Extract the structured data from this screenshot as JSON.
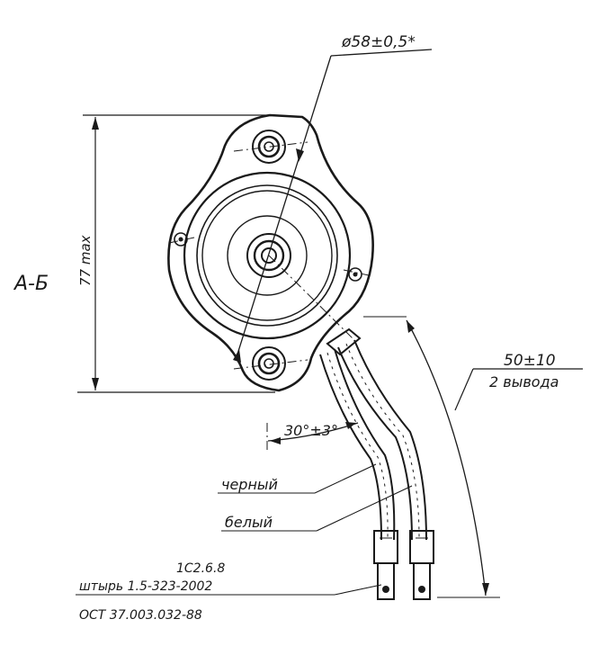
{
  "view_label": "А-Б",
  "dimensions": {
    "diameter": "ø58±0,5*",
    "height": "77 max",
    "lead_length": "50±10",
    "lead_count": "2 вывода",
    "angle": "30°±3°"
  },
  "wires": {
    "black": "черный",
    "white": "белый"
  },
  "terminal": {
    "code_top": "1С2.6.8",
    "code_bottom": "штырь 1.5-323-2002",
    "standard": "ОСТ 37.003.032-88"
  }
}
